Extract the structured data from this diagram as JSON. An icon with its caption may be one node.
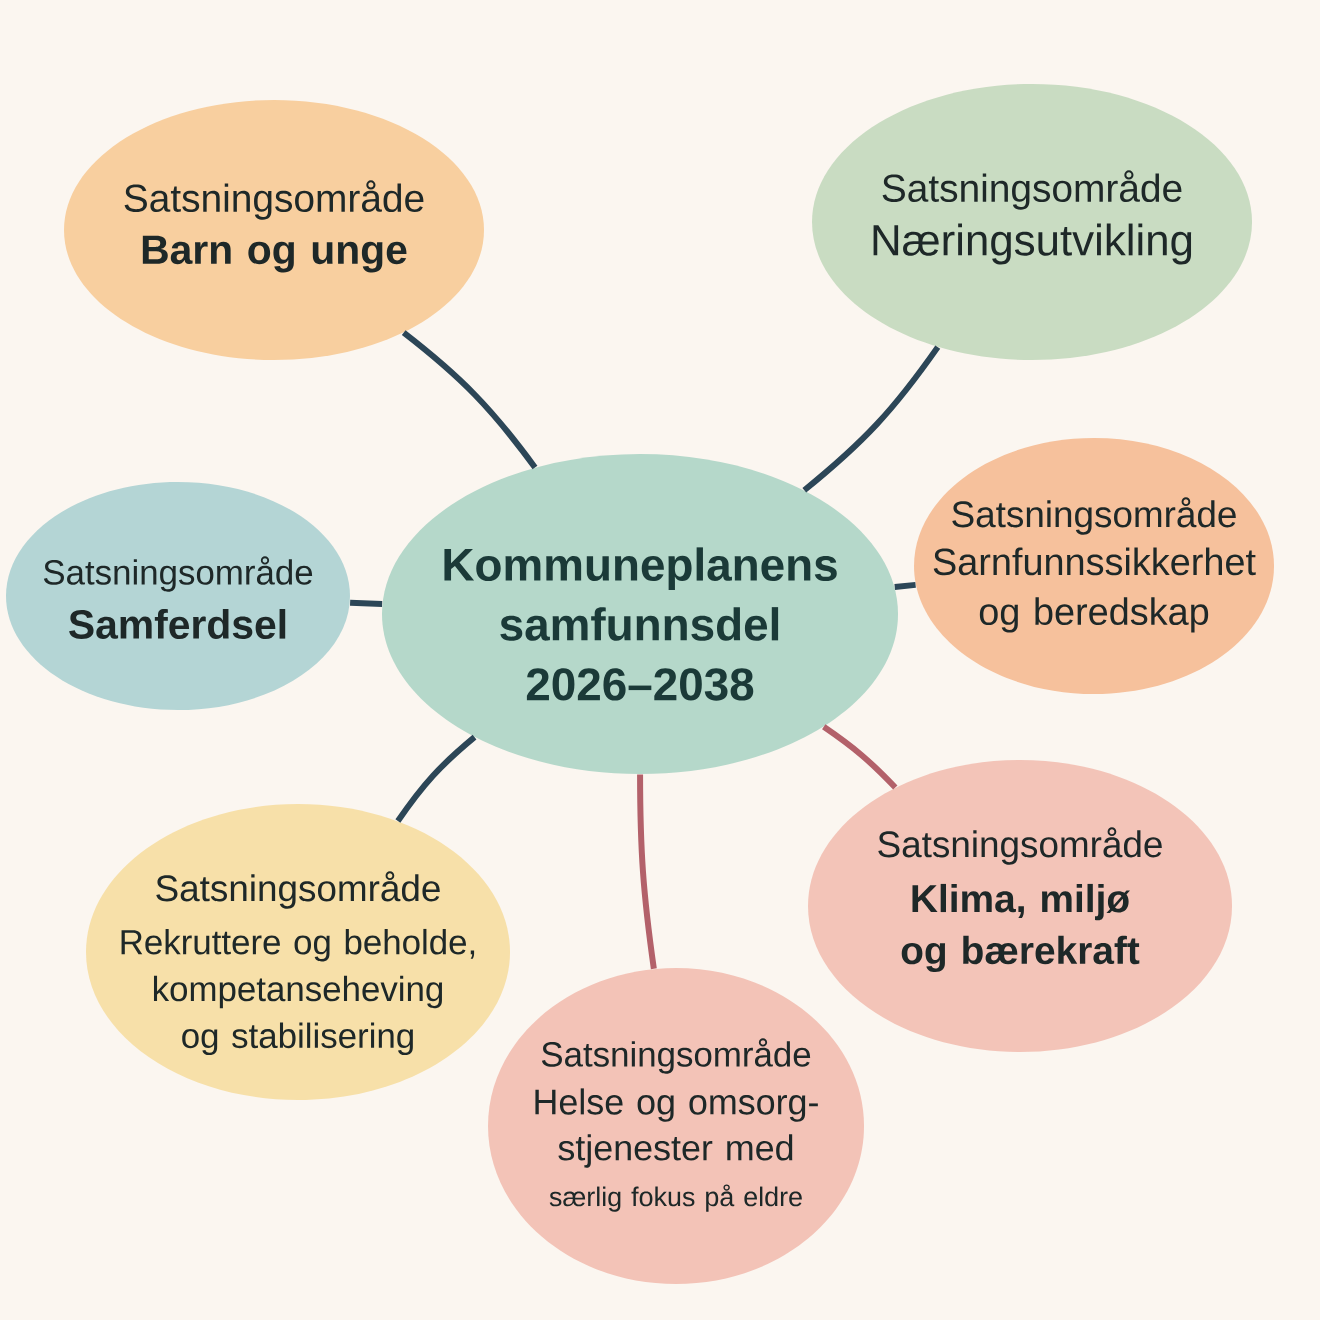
{
  "diagram": {
    "nodes": [
      {
        "text": [
          "Kommuneplanens samfunnsdel 2026–2038"
        ]
      },
      {
        "text": [
          "Satsningsområde",
          "Barn og unge"
        ]
      },
      {
        "text": [
          "Satsningsområde",
          "Næringsutvikling"
        ]
      },
      {
        "text": [
          "Satsningsområde",
          "Samferdsel"
        ]
      },
      {
        "text": [
          "Satsningsområde",
          "Sarnfunnssikkerhet og beredskap"
        ]
      },
      {
        "text": [
          "Satsningsområde",
          "Rekruttere og beholde, kompetanseheving og stabilisering"
        ]
      },
      {
        "text": [
          "Satsningsområde",
          "Klima, miljø og bærekraft"
        ]
      },
      {
        "text": [
          "Satsningsområde",
          "Helse og omsorg- stjenester med",
          "særlig fokus på eldre"
        ]
      }
    ],
    "edges": [
      {
        "from": 0,
        "to": 1,
        "arrow": "none"
      },
      {
        "from": 0,
        "to": 2,
        "arrow": "none"
      },
      {
        "from": 0,
        "to": 3,
        "arrow": "none"
      },
      {
        "from": 0,
        "to": 4,
        "arrow": "none"
      },
      {
        "from": 0,
        "to": 5,
        "arrow": "none"
      },
      {
        "from": 0,
        "to": 6,
        "arrow": "none",
        "color": "#b3616a"
      },
      {
        "from": 0,
        "to": 7,
        "arrow": "none",
        "color": "#b3616a"
      }
    ]
  }
}
